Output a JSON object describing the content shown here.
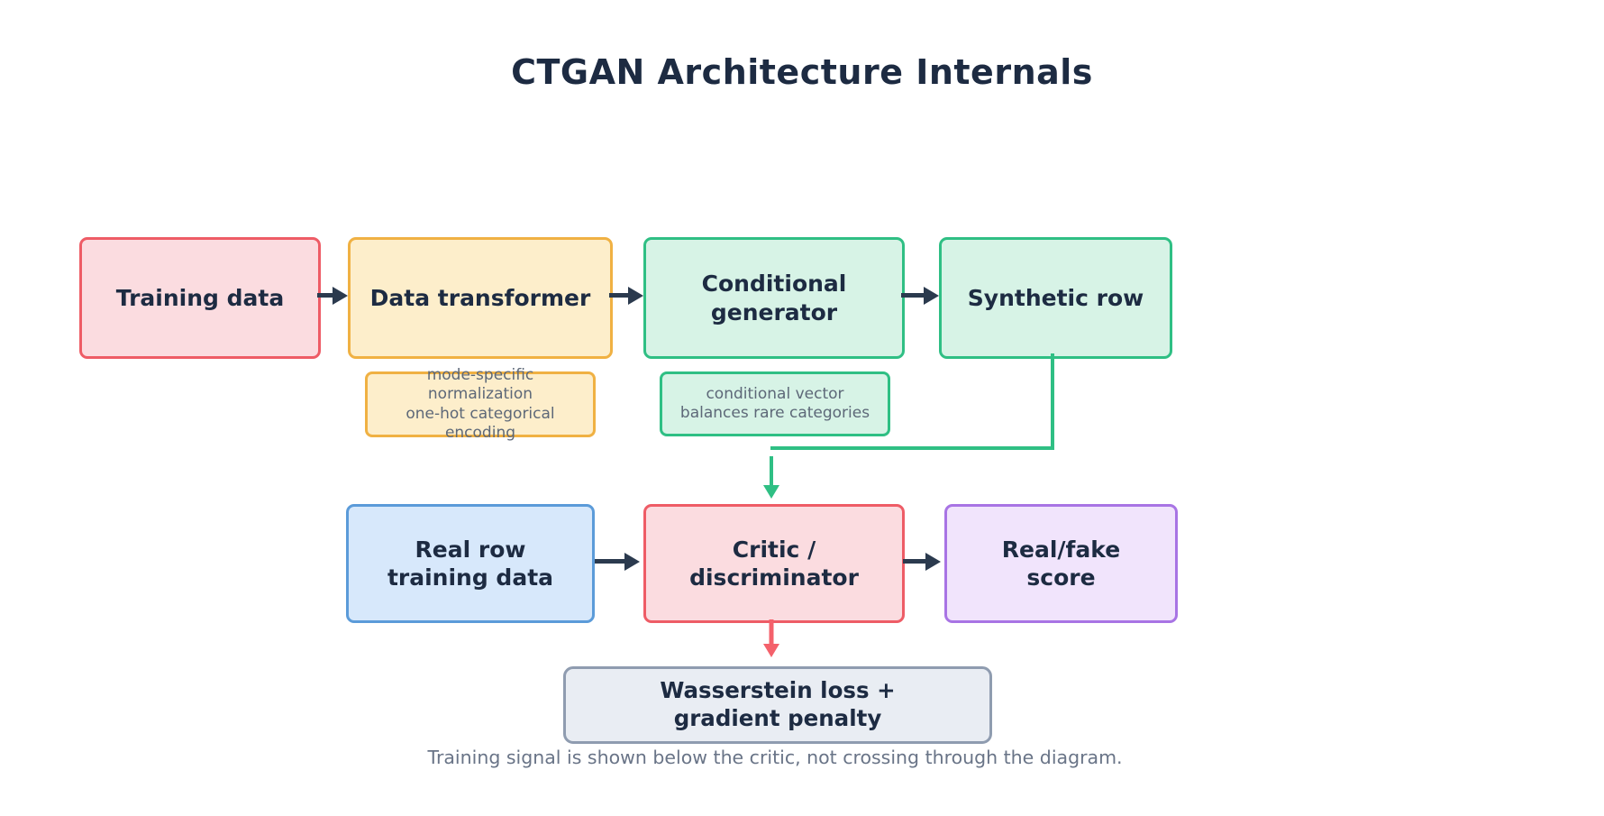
{
  "title": "CTGAN Architecture Internals",
  "nodes": {
    "training_data": {
      "label": "Training data"
    },
    "data_transformer": {
      "label": "Data transformer"
    },
    "conditional_generator": {
      "label": "Conditional\ngenerator"
    },
    "synthetic_row": {
      "label": "Synthetic row"
    },
    "real_row": {
      "label": "Real row\ntraining data"
    },
    "critic": {
      "label": "Critic /\ndiscriminator"
    },
    "real_fake_score": {
      "label": "Real/fake\nscore"
    },
    "loss": {
      "label": "Wasserstein loss +\ngradient penalty"
    }
  },
  "annotations": {
    "transformer_note": "mode-specific\nnormalization\none-hot categorical\nencoding",
    "generator_note": "conditional vector\nbalances rare categories"
  },
  "caption": "Training signal is shown below the critic, not crossing through the diagram.",
  "colors": {
    "node_text": "#1d2b42",
    "arrow_navy": "#2b3a4e",
    "red_border": "#ee5c66",
    "red_fill": "#fbdce0",
    "amber_border": "#f0b143",
    "amber_fill": "#fdeecb",
    "green_border": "#2fbf84",
    "green_fill": "#d7f3e6",
    "blue_border": "#5b9bd9",
    "blue_fill": "#d7e8fb",
    "purple_border": "#a874e4",
    "purple_fill": "#f1e4fc",
    "gray_border": "#8f9cb0",
    "gray_fill": "#e9edf3",
    "note_text": "#5d6878",
    "caption_text": "#697487",
    "green_arrow": "#2fbf84",
    "red_arrow": "#f4616b"
  }
}
